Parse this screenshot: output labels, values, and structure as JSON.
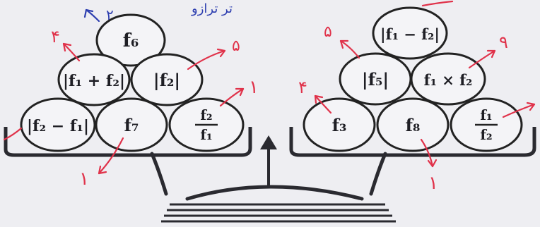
{
  "left_pan": {
    "top": "f₆",
    "mid_left": "|f₁ + f₂|",
    "mid_right": "|f₂|",
    "bottom_left": "|f₂ − f₁|",
    "bottom_mid": "f₇",
    "bottom_right": {
      "num": "f₂",
      "den": "f₁"
    },
    "marks": {
      "top": "۲",
      "mid_left": "۴",
      "mid_right": "۵",
      "bottom_right": "۱",
      "bottom_mid": "۱"
    }
  },
  "right_pan": {
    "top": "|f₁ − f₂|",
    "mid_left": "|f₅|",
    "mid_right": "f₁ × f₂",
    "bottom_left": "f₃",
    "bottom_mid": "f₈",
    "bottom_right": {
      "num": "f₁",
      "den": "f₂"
    },
    "marks": {
      "mid_left": "۵",
      "mid_right": "۹",
      "bottom_left": "۴",
      "bottom_mid": "۱"
    }
  },
  "top_note": "تر ترازو",
  "colors": {
    "ink": "#1e1e24",
    "red": "#e0324a",
    "blue": "#2e3fb0",
    "paper": "#eeeef2"
  }
}
